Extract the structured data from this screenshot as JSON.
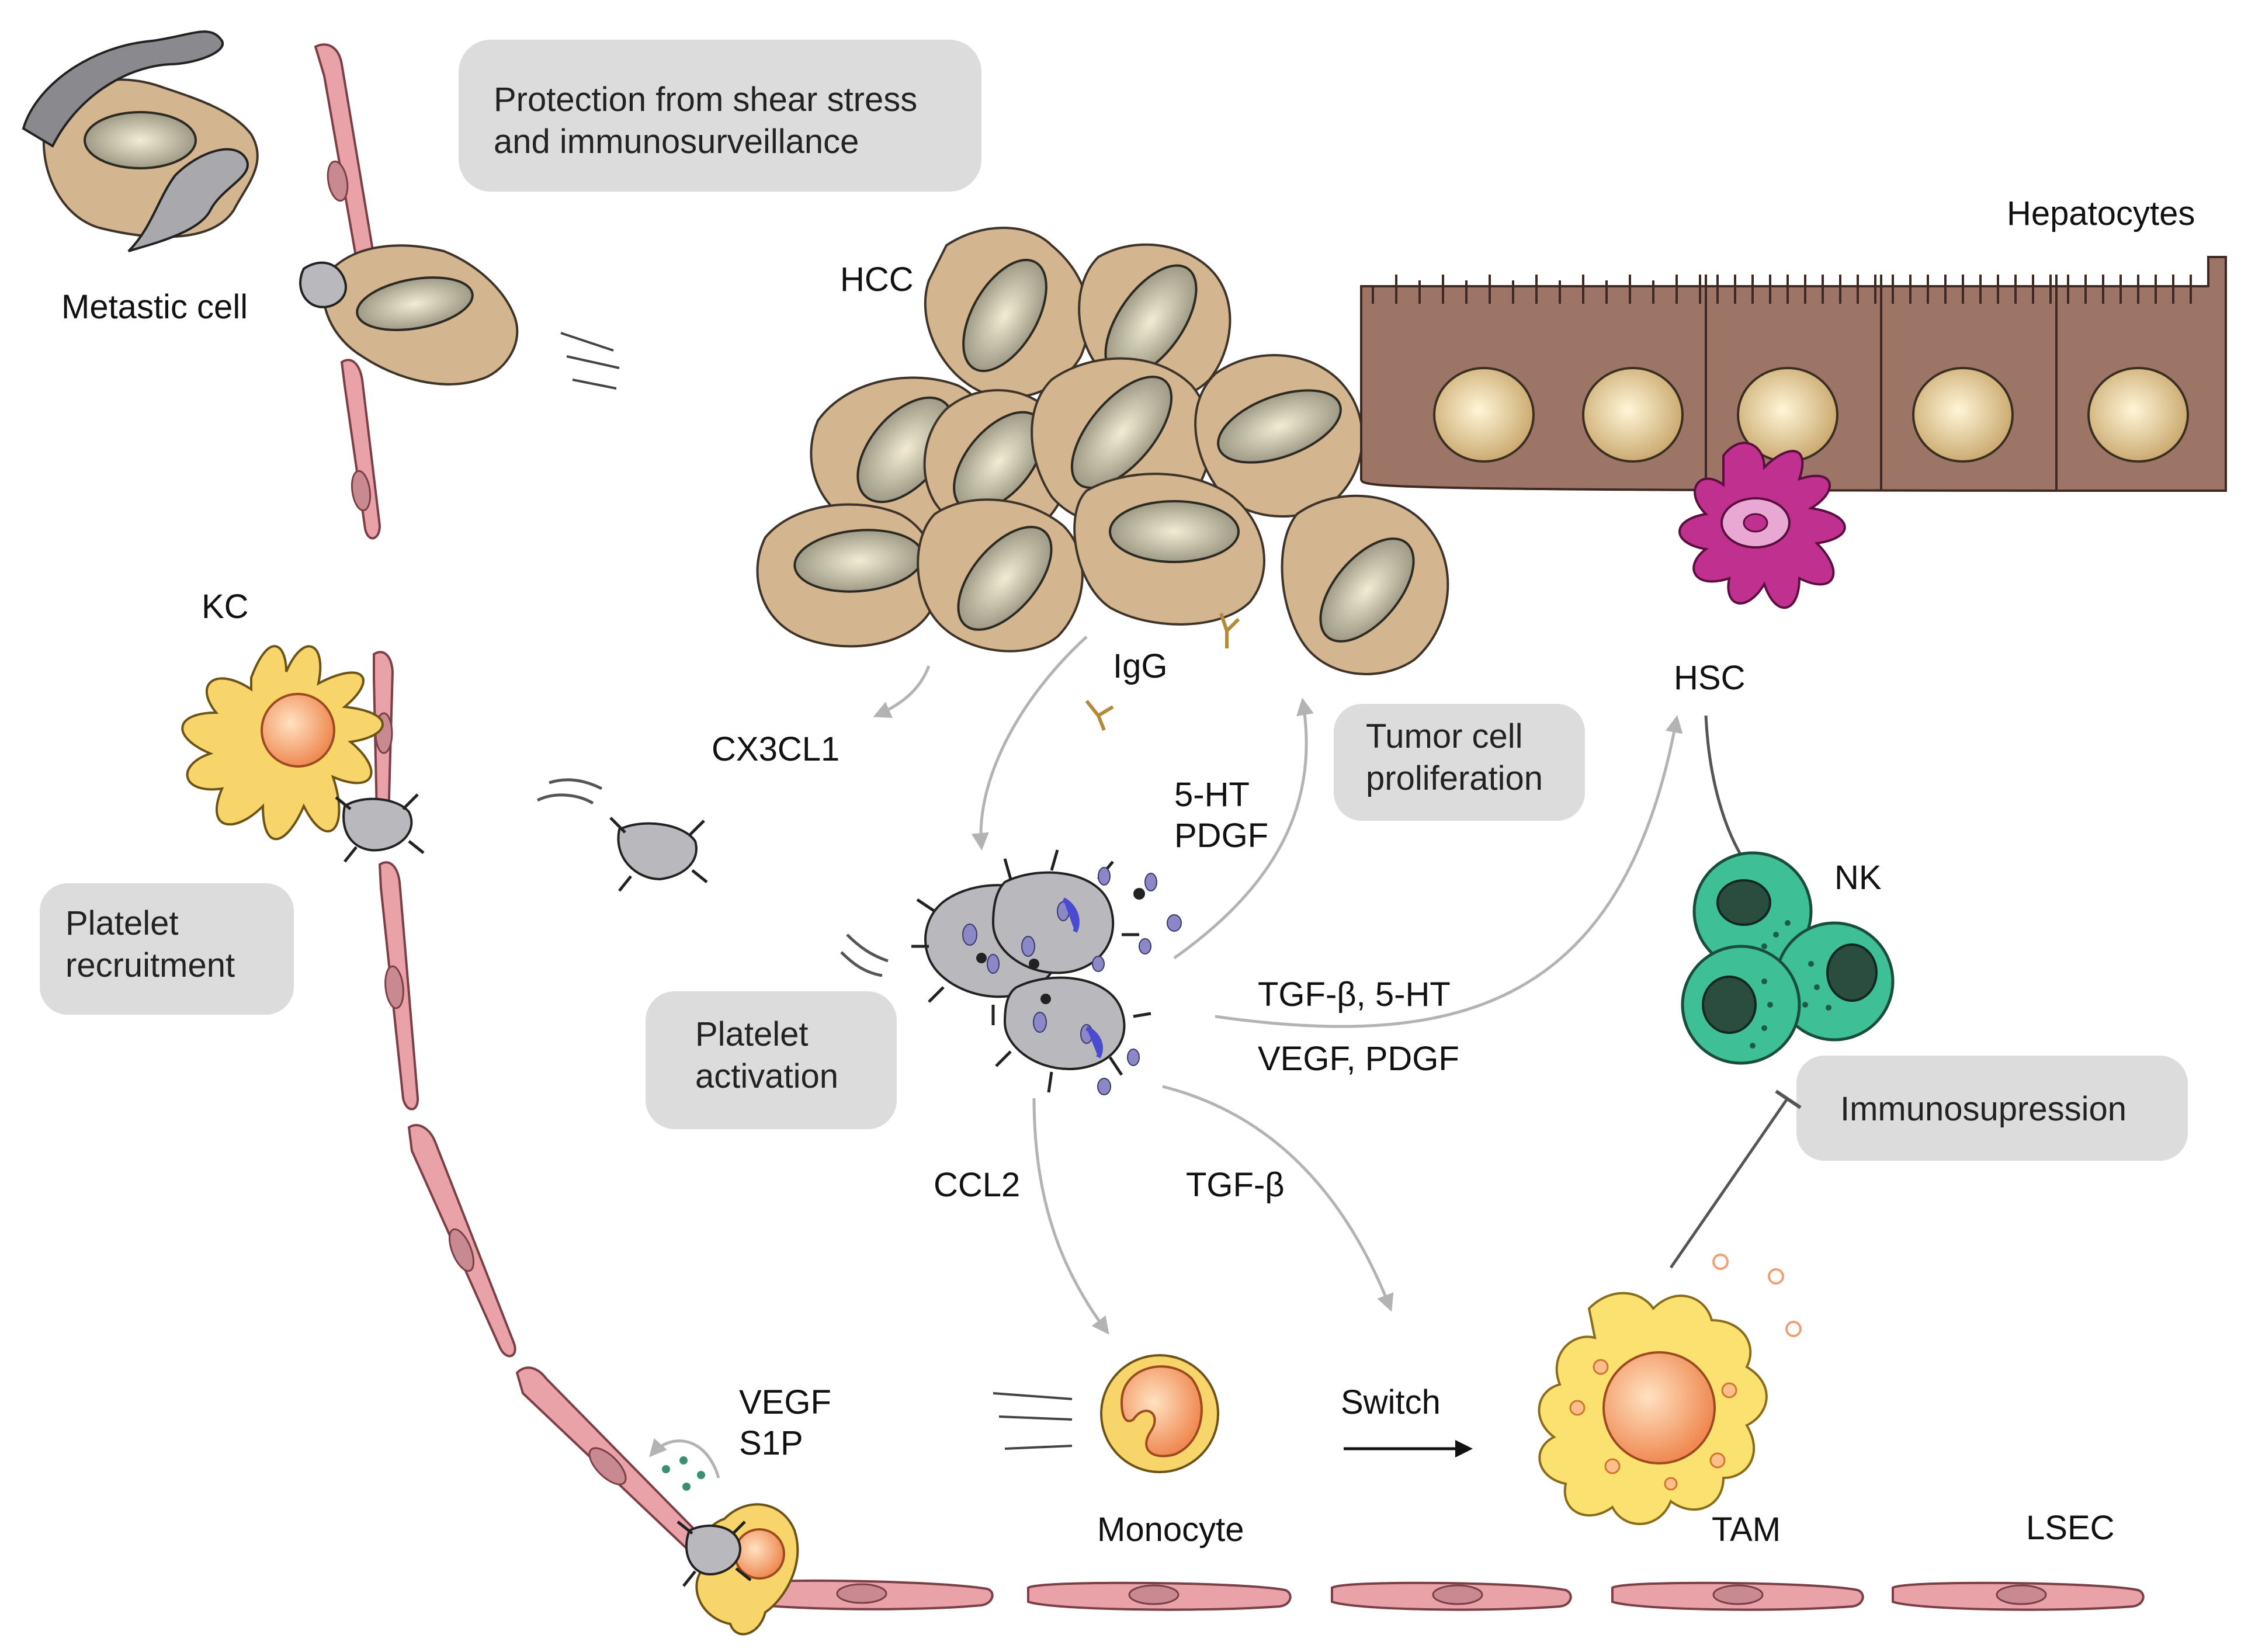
{
  "labels": {
    "metastatic_cell": "Metastic cell",
    "hcc": "HCC",
    "hepatocytes": "Hepatocytes",
    "kc": "KC",
    "igg": "IgG",
    "cx3cl1": "CX3CL1",
    "ht_pdgf_line1": "5-HT",
    "ht_pdgf_line2": "PDGF",
    "hsc": "HSC",
    "nk": "NK",
    "tgfb_5ht": "TGF-β, 5-HT",
    "vegf_pdgf": "VEGF, PDGF",
    "ccl2": "CCL2",
    "tgfb": "TGF-β",
    "vegf": "VEGF",
    "s1p": "S1P",
    "switch": "Switch",
    "monocyte": "Monocyte",
    "tam": "TAM",
    "lsec": "LSEC"
  },
  "boxes": {
    "protection_line1": "Protection from shear stress",
    "protection_line2": "and immunosurveillance",
    "tumor_line1": "Tumor cell",
    "tumor_line2": "proliferation",
    "platelet_recruit_line1": "Platelet",
    "platelet_recruit_line2": "recruitment",
    "platelet_act_line1": "Platelet",
    "platelet_act_line2": "activation",
    "immuno": "Immunosupression"
  },
  "colors": {
    "endothelium": "#e8a2a8",
    "tumor_cell": "#d3b58f",
    "hepatocyte": "#9c7566",
    "kupffer_cell": "#f7d56a",
    "hsc": "#c0308f",
    "nk_cell": "#3fbf95",
    "platelet": "#b9b9bd",
    "text_box": "#dcdcdc"
  }
}
